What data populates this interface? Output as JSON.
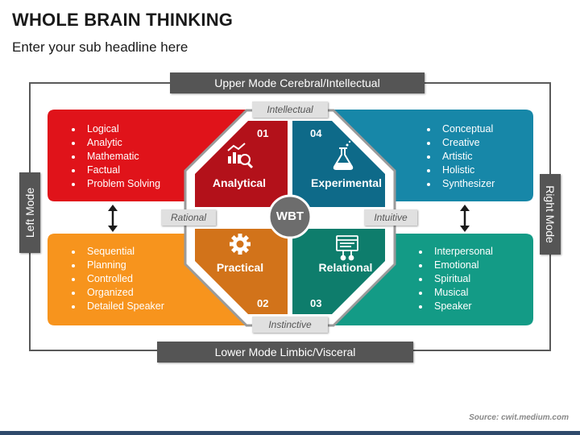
{
  "title": "WHOLE BRAIN THINKING",
  "subtitle": "Enter your sub headline here",
  "modes": {
    "top": "Upper Mode Cerebral/Intellectual",
    "bottom": "Lower Mode Limbic/Visceral",
    "left": "Left Mode",
    "right": "Right Mode"
  },
  "tags": {
    "top": "Intellectual",
    "bottom": "Instinctive",
    "left": "Rational",
    "right": "Intuitive"
  },
  "center": "WBT",
  "quadrants": {
    "analytical": {
      "label": "Analytical",
      "number": "01",
      "icon": "analytics-chart-icon",
      "items": [
        "Logical",
        "Analytic",
        "Mathematic",
        "Factual",
        "Problem Solving"
      ]
    },
    "practical": {
      "label": "Practical",
      "number": "02",
      "icon": "gear-icon",
      "items": [
        "Sequential",
        "Planning",
        "Controlled",
        "Organized",
        "Detailed Speaker"
      ]
    },
    "relational": {
      "label": "Relational",
      "number": "03",
      "icon": "network-icon",
      "items": [
        "Interpersonal",
        "Emotional",
        "Spiritual",
        "Musical",
        "Speaker"
      ]
    },
    "experimental": {
      "label": "Experimental",
      "number": "04",
      "icon": "flask-icon",
      "items": [
        "Conceptual",
        "Creative",
        "Artistic",
        "Holistic",
        "Synthesizer"
      ]
    }
  },
  "colors": {
    "red": "#e0131a",
    "red_dark": "#b3111a",
    "blue": "#1787a8",
    "blue_dark": "#0e6a89",
    "orange": "#f7941d",
    "orange_dark": "#d2731a",
    "teal": "#139b86",
    "teal_dark": "#0e7d6c",
    "center": "#6d6d6d"
  },
  "source": "Source: cwit.medium.com"
}
